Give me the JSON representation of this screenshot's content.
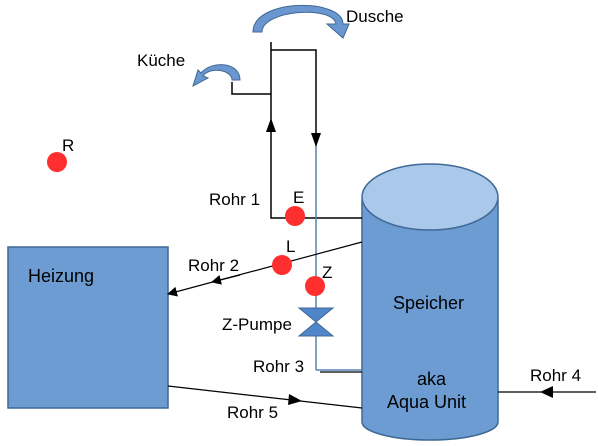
{
  "colors": {
    "box_fill": "#6d9cd3",
    "box_stroke": "#3f6896",
    "tank_top": "#a9c8ea",
    "pipe_dark": "#000000",
    "pipe_blue": "#5a82b4",
    "sensor": "#ff2f2f",
    "valve": "#4f85c9",
    "arrow_fill": "#6a97cf"
  },
  "labels": {
    "dusche": "Dusche",
    "kueche": "Küche",
    "heizung": "Heizung",
    "speicher": "Speicher",
    "aka": "aka",
    "aqua_unit": "Aqua Unit",
    "z_pumpe": "Z-Pumpe",
    "rohr1": "Rohr 1",
    "rohr2": "Rohr 2",
    "rohr3": "Rohr 3",
    "rohr4": "Rohr 4",
    "rohr5": "Rohr 5"
  },
  "sensors": {
    "r": "R",
    "e": "E",
    "l": "L",
    "z": "Z"
  },
  "icons": {
    "dusche": "curved-arrow-icon",
    "kueche": "curved-arrow-icon",
    "valve": "valve-icon"
  }
}
